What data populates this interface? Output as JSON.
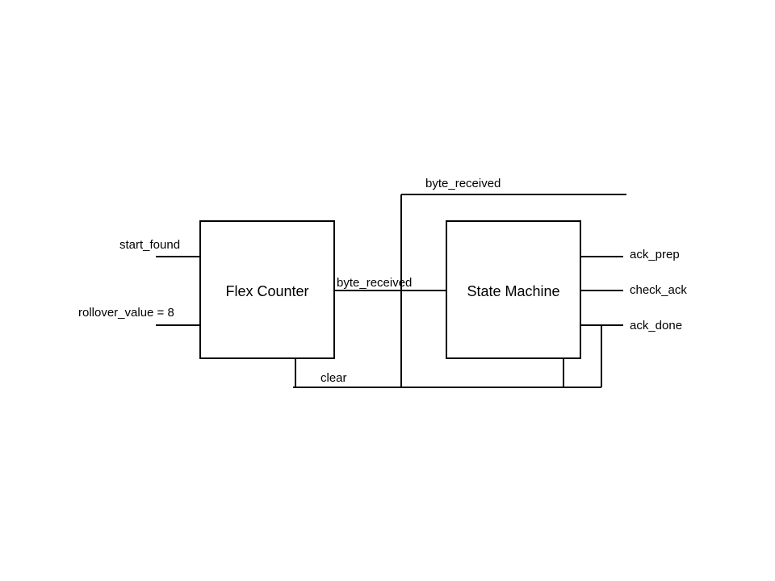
{
  "blocks": {
    "flex_counter": {
      "label": "Flex Counter"
    },
    "state_machine": {
      "label": "State Machine"
    }
  },
  "signals": {
    "start_found": "start_found",
    "rollover_value": "rollover_value = 8",
    "byte_received_mid": "byte_received",
    "byte_received_top": "byte_received",
    "clear": "clear",
    "ack_prep": "ack_prep",
    "check_ack": "check_ack",
    "ack_done": "ack_done"
  },
  "colors": {
    "line": "#000000",
    "background": "#ffffff"
  }
}
